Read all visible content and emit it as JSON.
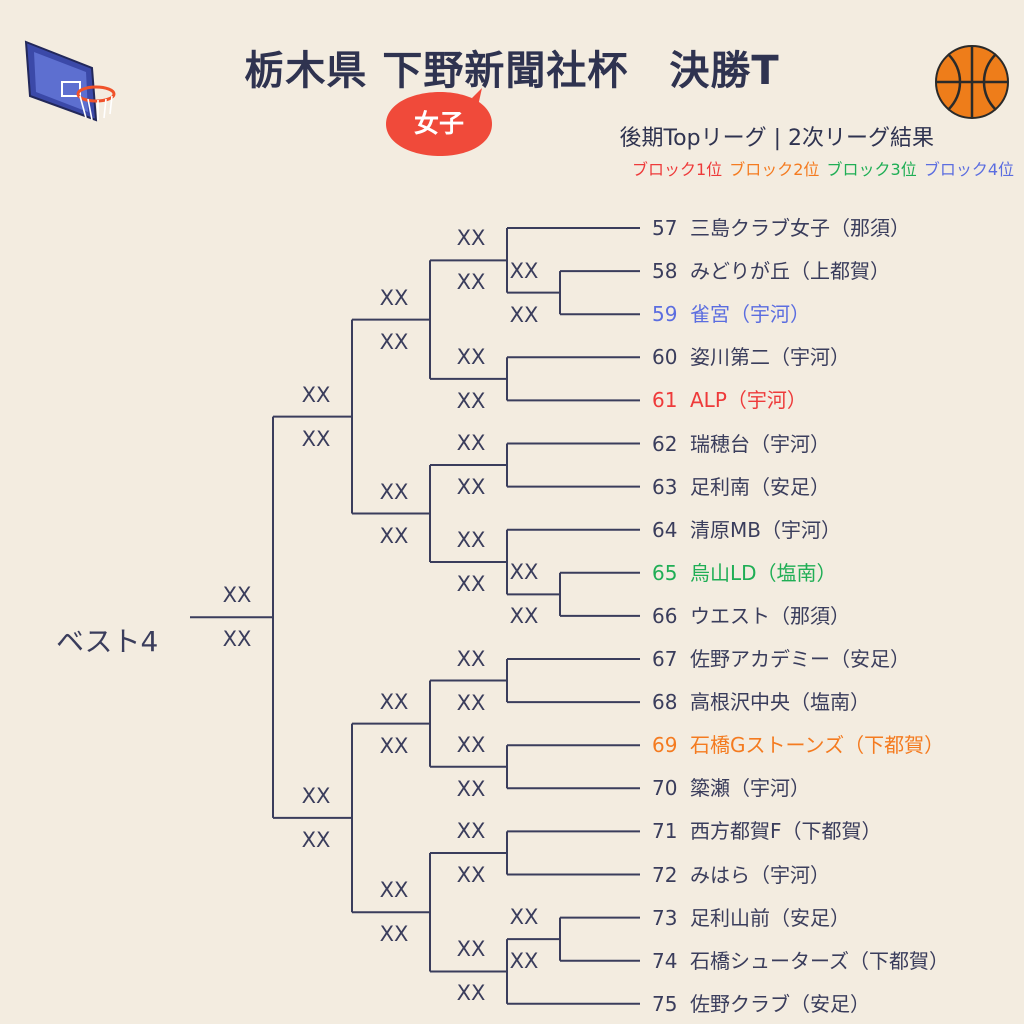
{
  "title": "栃木県 下野新聞社杯　決勝T",
  "category_badge": "女子",
  "subtitle": "後期Topリーグ | 2次リーグ結果",
  "legend": [
    {
      "label": "ブロック1位",
      "color": "#ee3a3a"
    },
    {
      "label": "ブロック2位",
      "color": "#f47b20"
    },
    {
      "label": "ブロック3位",
      "color": "#1fae55"
    },
    {
      "label": "ブロック4位",
      "color": "#5b6de0"
    }
  ],
  "best4_label": "ベスト4",
  "score_placeholder": "XX",
  "line_color": "#3a3d5c",
  "badge_color": "#f04a3a",
  "teams": [
    {
      "num": "57",
      "name": "三島クラブ女子（那須）",
      "color": "#3a3d5c"
    },
    {
      "num": "58",
      "name": "みどりが丘（上都賀）",
      "color": "#3a3d5c"
    },
    {
      "num": "59",
      "name": "雀宮（宇河）",
      "color": "#5b6de0"
    },
    {
      "num": "60",
      "name": "姿川第二（宇河）",
      "color": "#3a3d5c"
    },
    {
      "num": "61",
      "name": "ALP（宇河）",
      "color": "#ee3a3a"
    },
    {
      "num": "62",
      "name": "瑞穂台（宇河）",
      "color": "#3a3d5c"
    },
    {
      "num": "63",
      "name": "足利南（安足）",
      "color": "#3a3d5c"
    },
    {
      "num": "64",
      "name": "清原MB（宇河）",
      "color": "#3a3d5c"
    },
    {
      "num": "65",
      "name": "烏山LD（塩南）",
      "color": "#1fae55"
    },
    {
      "num": "66",
      "name": "ウエスト（那須）",
      "color": "#3a3d5c"
    },
    {
      "num": "67",
      "name": "佐野アカデミー（安足）",
      "color": "#3a3d5c"
    },
    {
      "num": "68",
      "name": "高根沢中央（塩南）",
      "color": "#3a3d5c"
    },
    {
      "num": "69",
      "name": "石橋Gストーンズ（下都賀）",
      "color": "#f47b20"
    },
    {
      "num": "70",
      "name": "簗瀬（宇河）",
      "color": "#3a3d5c"
    },
    {
      "num": "71",
      "name": "西方都賀F（下都賀）",
      "color": "#3a3d5c"
    },
    {
      "num": "72",
      "name": "みはら（宇河）",
      "color": "#3a3d5c"
    },
    {
      "num": "73",
      "name": "足利山前（安足）",
      "color": "#3a3d5c"
    },
    {
      "num": "74",
      "name": "石橋シューターズ（下都賀）",
      "color": "#3a3d5c"
    },
    {
      "num": "75",
      "name": "佐野クラブ（安足）",
      "color": "#3a3d5c"
    }
  ]
}
